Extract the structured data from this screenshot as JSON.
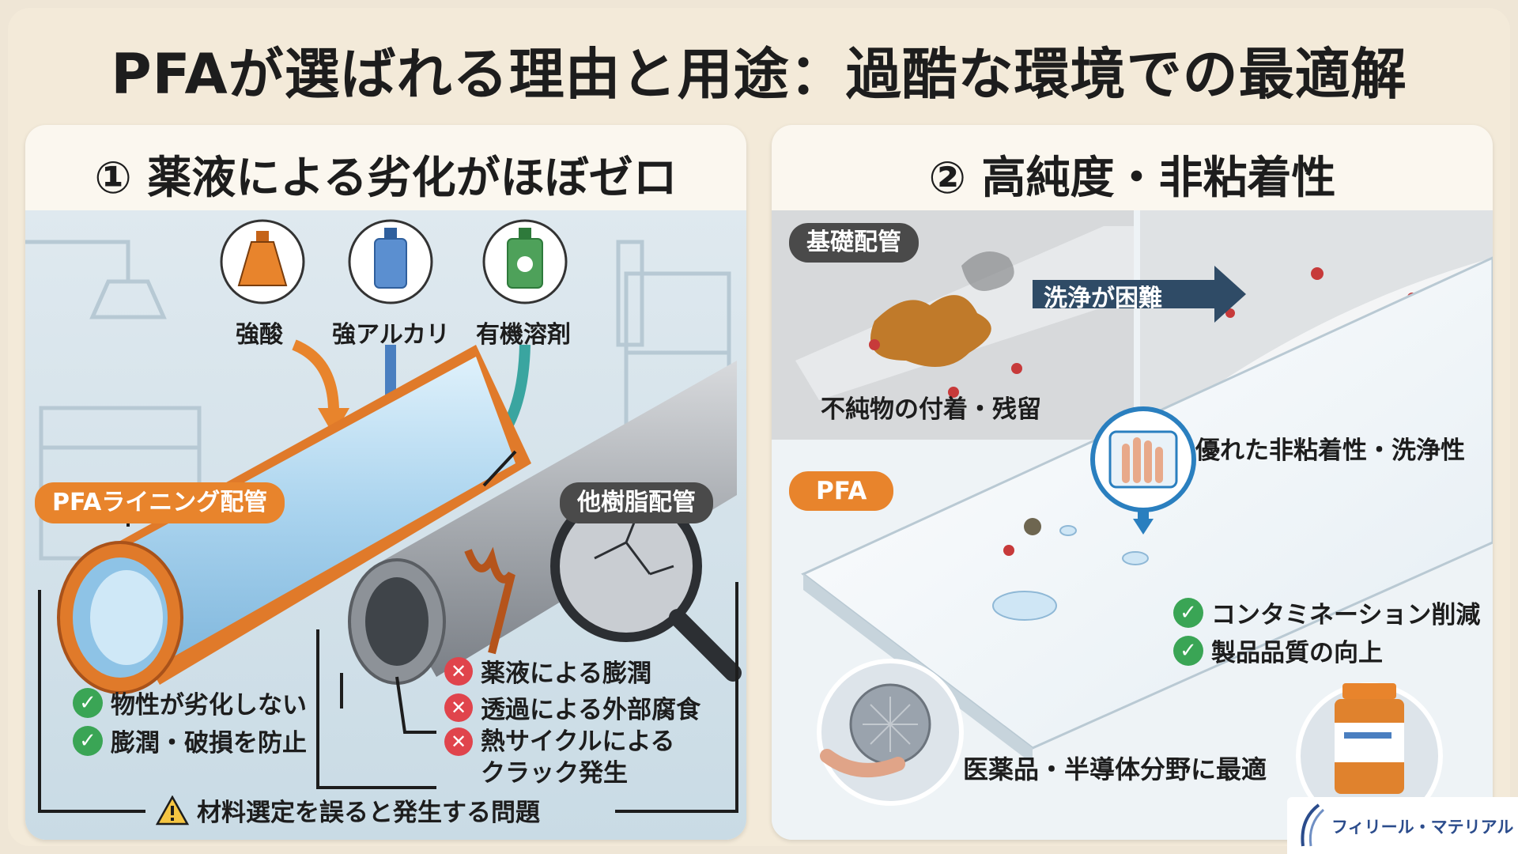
{
  "title": "PFAが選ばれる理由と用途：過酷な環境での最適解",
  "left_panel": {
    "heading": "① 薬液による劣化がほぼゼロ",
    "chemicals": [
      {
        "label": "強酸",
        "color": "#e8842c"
      },
      {
        "label": "強アルカリ",
        "color": "#4a7fc0"
      },
      {
        "label": "有機溶剤",
        "color": "#4ea15a"
      }
    ],
    "pfa_pipe_label": "PFAライニング配管",
    "other_pipe_label": "他樹脂配管",
    "pfa_benefits": [
      "物性が劣化しない",
      "膨潤・破損を防止"
    ],
    "problems": [
      "薬液による膨潤",
      "透過による外部腐食",
      "熱サイクルによる\nクラック発生"
    ],
    "problems_line1": "熱サイクルによる",
    "problems_line2": "クラック発生",
    "warning": "材料選定を誤ると発生する問題",
    "accent_orange": "#e8842c",
    "accent_gray": "#4a4a4a"
  },
  "right_panel": {
    "heading": "② 高純度・非粘着性",
    "base_pipe_label": "基礎配管",
    "residue_label": "不純物の付着・残留",
    "cleaning_label": "洗浄が困難",
    "pfa_label": "PFA",
    "non_stick_label": "優れた非粘着性・洗浄性",
    "benefits": [
      "コンタミネーション削減",
      "製品品質の向上"
    ],
    "application_label": "医薬品・半導体分野に最適"
  },
  "logo_text": "フィリール・マテリアル"
}
